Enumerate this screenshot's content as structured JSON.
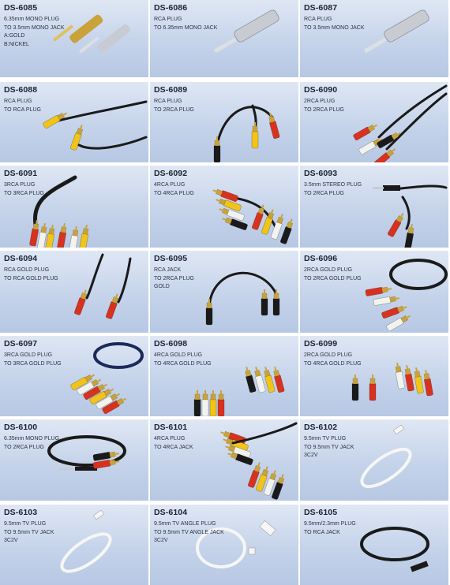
{
  "items": [
    {
      "code": "DS-6085",
      "lines": [
        "6.35mm MONO PLUG",
        "TO 3.5mm MONO JACK",
        "A:GOLD",
        "B:NICKEL"
      ],
      "product": "mono-plug-adapters"
    },
    {
      "code": "DS-6086",
      "lines": [
        "RCA PLUG",
        "TO 6.35mm MONO JACK"
      ],
      "product": "rca-to-jack-adapter"
    },
    {
      "code": "DS-6087",
      "lines": [
        "RCA PLUG",
        "TO 3.5mm MONO JACK"
      ],
      "product": "rca-to-jack-adapter"
    },
    {
      "code": "DS-6088",
      "lines": [
        "RCA PLUG",
        "TO RCA PLUG"
      ],
      "product": "yellow-rca-cable"
    },
    {
      "code": "DS-6089",
      "lines": [
        "RCA PLUG",
        "TO 2RCA PLUG"
      ],
      "product": "y-splitter"
    },
    {
      "code": "DS-6090",
      "lines": [
        "2RCA PLUG",
        "TO 2RCA PLUG"
      ],
      "product": "dual-rca-cable"
    },
    {
      "code": "DS-6091",
      "lines": [
        "3RCA PLUG",
        "TO 3RCA PLUG"
      ],
      "product": "triple-rca-bundle"
    },
    {
      "code": "DS-6092",
      "lines": [
        "4RCA PLUG",
        "TO 4RCA PLUG"
      ],
      "product": "quad-rca-cable"
    },
    {
      "code": "DS-6093",
      "lines": [
        "3.5mm STEREO PLUG",
        "TO 2RCA PLUG"
      ],
      "product": "stereo-to-rca"
    },
    {
      "code": "DS-6094",
      "lines": [
        "RCA GOLD PLUG",
        "TO RCA GOLD PLUG"
      ],
      "product": "gold-rca-pair"
    },
    {
      "code": "DS-6095",
      "lines": [
        "RCA JACK",
        "TO 2RCA PLUG",
        "GOLD"
      ],
      "product": "gold-y-splitter"
    },
    {
      "code": "DS-6096",
      "lines": [
        "2RCA GOLD PLUG",
        "TO 2RCA GOLD PLUG"
      ],
      "product": "dual-gold-rca"
    },
    {
      "code": "DS-6097",
      "lines": [
        "3RCA GOLD PLUG",
        "TO 3RCA GOLD PLUG"
      ],
      "product": "triple-gold-rca"
    },
    {
      "code": "DS-6098",
      "lines": [
        "4RCA GOLD PLUG",
        "TO 4RCA GOLD PLUG"
      ],
      "product": "quad-gold-rca"
    },
    {
      "code": "DS-6099",
      "lines": [
        "2RCA GOLD PLUG",
        "TO 4RCA GOLD PLUG"
      ],
      "product": "two-to-four-rca"
    },
    {
      "code": "DS-6100",
      "lines": [
        "6.35mm MONO PLUG",
        "TO 2RCA PLUG"
      ],
      "product": "mono-to-rca-cable"
    },
    {
      "code": "DS-6101",
      "lines": [
        "4RCA PLUG",
        "TO 4RCA JACK"
      ],
      "product": "quad-rca-extension"
    },
    {
      "code": "DS-6102",
      "lines": [
        "9.5mm TV PLUG",
        "TO 9.5mm TV JACK",
        "3C2V"
      ],
      "product": "white-tv-cable"
    },
    {
      "code": "DS-6103",
      "lines": [
        "9.5mm TV PLUG",
        "TO 9.5mm TV JACK",
        "3C2V"
      ],
      "product": "white-tv-cable"
    },
    {
      "code": "DS-6104",
      "lines": [
        "9.5mm TV ANGLE PLUG",
        "TO 9.5mm TV ANGLE JACK",
        "3C2V"
      ],
      "product": "angle-tv-cable"
    },
    {
      "code": "DS-6105",
      "lines": [
        "9.5mm/2.3mm PLUG",
        "TO RCA JACK"
      ],
      "product": "black-coax-cable"
    }
  ],
  "colors": {
    "cell_top": "#dfe7f4",
    "cell_bottom": "#b7c8e4",
    "red": "#d8321f",
    "yellow": "#f0c419",
    "white": "#f2f2ee",
    "black": "#1a1a1a",
    "gold": "#c9a23a",
    "nickel": "#c8ccd2"
  }
}
